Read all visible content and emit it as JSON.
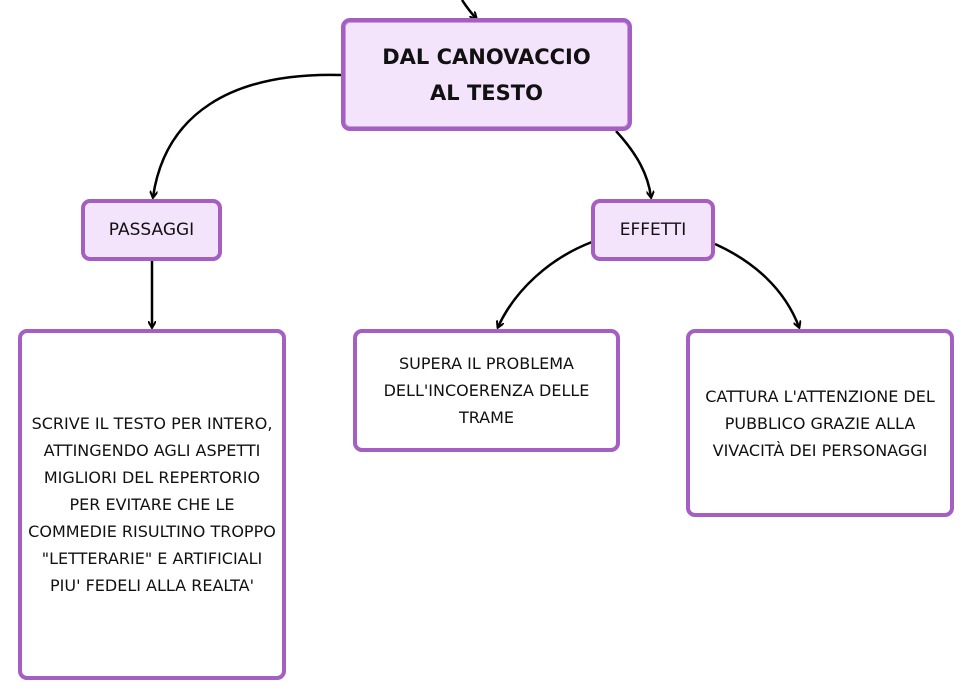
{
  "colors": {
    "border": "#a55fc2",
    "fill_label": "#f4e4fb",
    "fill_detail": "#ffffff",
    "connector": "#000000"
  },
  "nodes": {
    "title": "DAL CANOVACCIO AL TESTO",
    "passaggi": "PASSAGGI",
    "effetti": "EFFETTI",
    "scrive": "SCRIVE IL TESTO PER INTERO, ATTINGENDO AGLI ASPETTI MIGLIORI DEL REPERTORIO PER EVITARE CHE LE COMMEDIE RISULTINO TROPPO \"LETTERARIE\" E ARTIFICIALI PIU' FEDELI ALLA REALTA'",
    "supera": "SUPERA IL PROBLEMA DELL'INCOERENZA DELLE TRAME",
    "cattura": "CATTURA L'ATTENZIONE DEL PUBBLICO GRAZIE ALLA VIVACITÀ DEI PERSONAGGI"
  }
}
